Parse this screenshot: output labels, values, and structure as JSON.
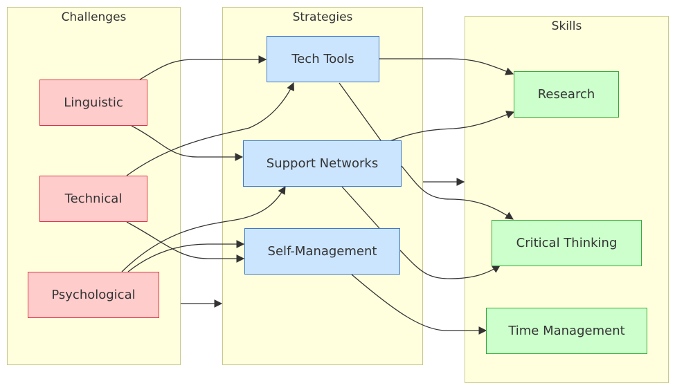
{
  "clusters": {
    "challenges": "Challenges",
    "strategies": "Strategies",
    "skills": "Skills"
  },
  "nodes": {
    "linguistic": "Linguistic",
    "technical": "Technical",
    "psychological": "Psychological",
    "tech_tools": "Tech Tools",
    "support_networks": "Support Networks",
    "self_management": "Self-Management",
    "research": "Research",
    "critical_thinking": "Critical Thinking",
    "time_management": "Time Management"
  },
  "edges": [
    {
      "from": "Linguistic",
      "to": "Tech Tools"
    },
    {
      "from": "Linguistic",
      "to": "Support Networks"
    },
    {
      "from": "Technical",
      "to": "Tech Tools"
    },
    {
      "from": "Technical",
      "to": "Self-Management"
    },
    {
      "from": "Psychological",
      "to": "Support Networks"
    },
    {
      "from": "Psychological",
      "to": "Self-Management"
    },
    {
      "from": "Challenges",
      "to": "Strategies"
    },
    {
      "from": "Tech Tools",
      "to": "Research"
    },
    {
      "from": "Tech Tools",
      "to": "Critical Thinking"
    },
    {
      "from": "Support Networks",
      "to": "Research"
    },
    {
      "from": "Support Networks",
      "to": "Critical Thinking"
    },
    {
      "from": "Self-Management",
      "to": "Critical Thinking"
    },
    {
      "from": "Self-Management",
      "to": "Time Management"
    },
    {
      "from": "Strategies",
      "to": "Skills"
    }
  ],
  "colors": {
    "cluster_fill": "#ffffde",
    "cluster_border": "#c8c88a",
    "challenge_fill": "#ffcccc",
    "challenge_border": "#dd3344",
    "strategy_fill": "#cce5ff",
    "strategy_border": "#3a77c9",
    "skill_fill": "#ccffcc",
    "skill_border": "#33aa33",
    "edge": "#333333"
  }
}
